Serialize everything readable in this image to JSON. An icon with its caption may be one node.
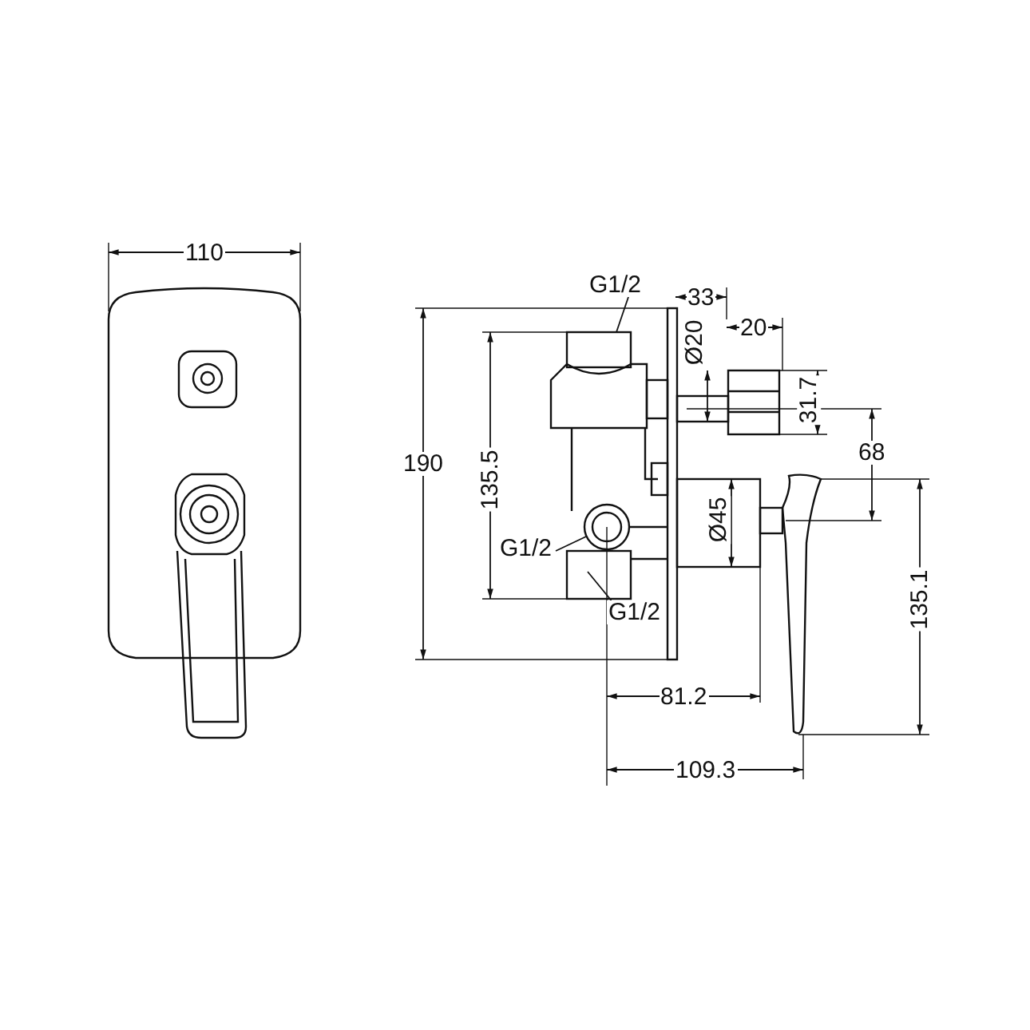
{
  "diagram": {
    "nodes": [
      {
        "text": [
          "G1/2"
        ]
      },
      {
        "text": [
          "G1/2"
        ]
      },
      {
        "text": [
          "G1/2"
        ]
      }
    ],
    "edges": [
      {
        "from": 0,
        "to": null,
        "arrow": "none"
      },
      {
        "from": 1,
        "to": null,
        "arrow": "none"
      },
      {
        "from": 2,
        "to": null,
        "arrow": "none"
      }
    ],
    "labels": [
      "110",
      "33",
      "20",
      "Ø20",
      "31.7",
      "68",
      "190",
      "135.5",
      "Ø45",
      "135.1",
      "81.2",
      "109.3"
    ]
  }
}
